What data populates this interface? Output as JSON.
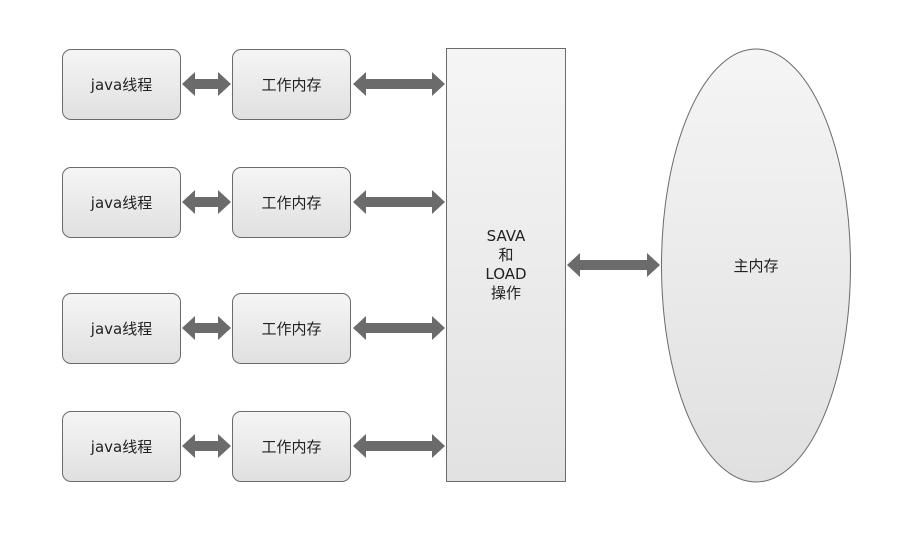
{
  "rows": [
    {
      "thread": "java线程",
      "work": "工作内存"
    },
    {
      "thread": "java线程",
      "work": "工作内存"
    },
    {
      "thread": "java线程",
      "work": "工作内存"
    },
    {
      "thread": "java线程",
      "work": "工作内存"
    }
  ],
  "center": {
    "lines": [
      "SAVA",
      "和",
      "LOAD",
      "操作"
    ]
  },
  "main_memory": {
    "label": "主内存"
  },
  "colors": {
    "arrow": "#6b6b6b",
    "border": "#6b6b6b",
    "fill_top": "#f5f5f5",
    "fill_bottom": "#e0e0e0"
  }
}
